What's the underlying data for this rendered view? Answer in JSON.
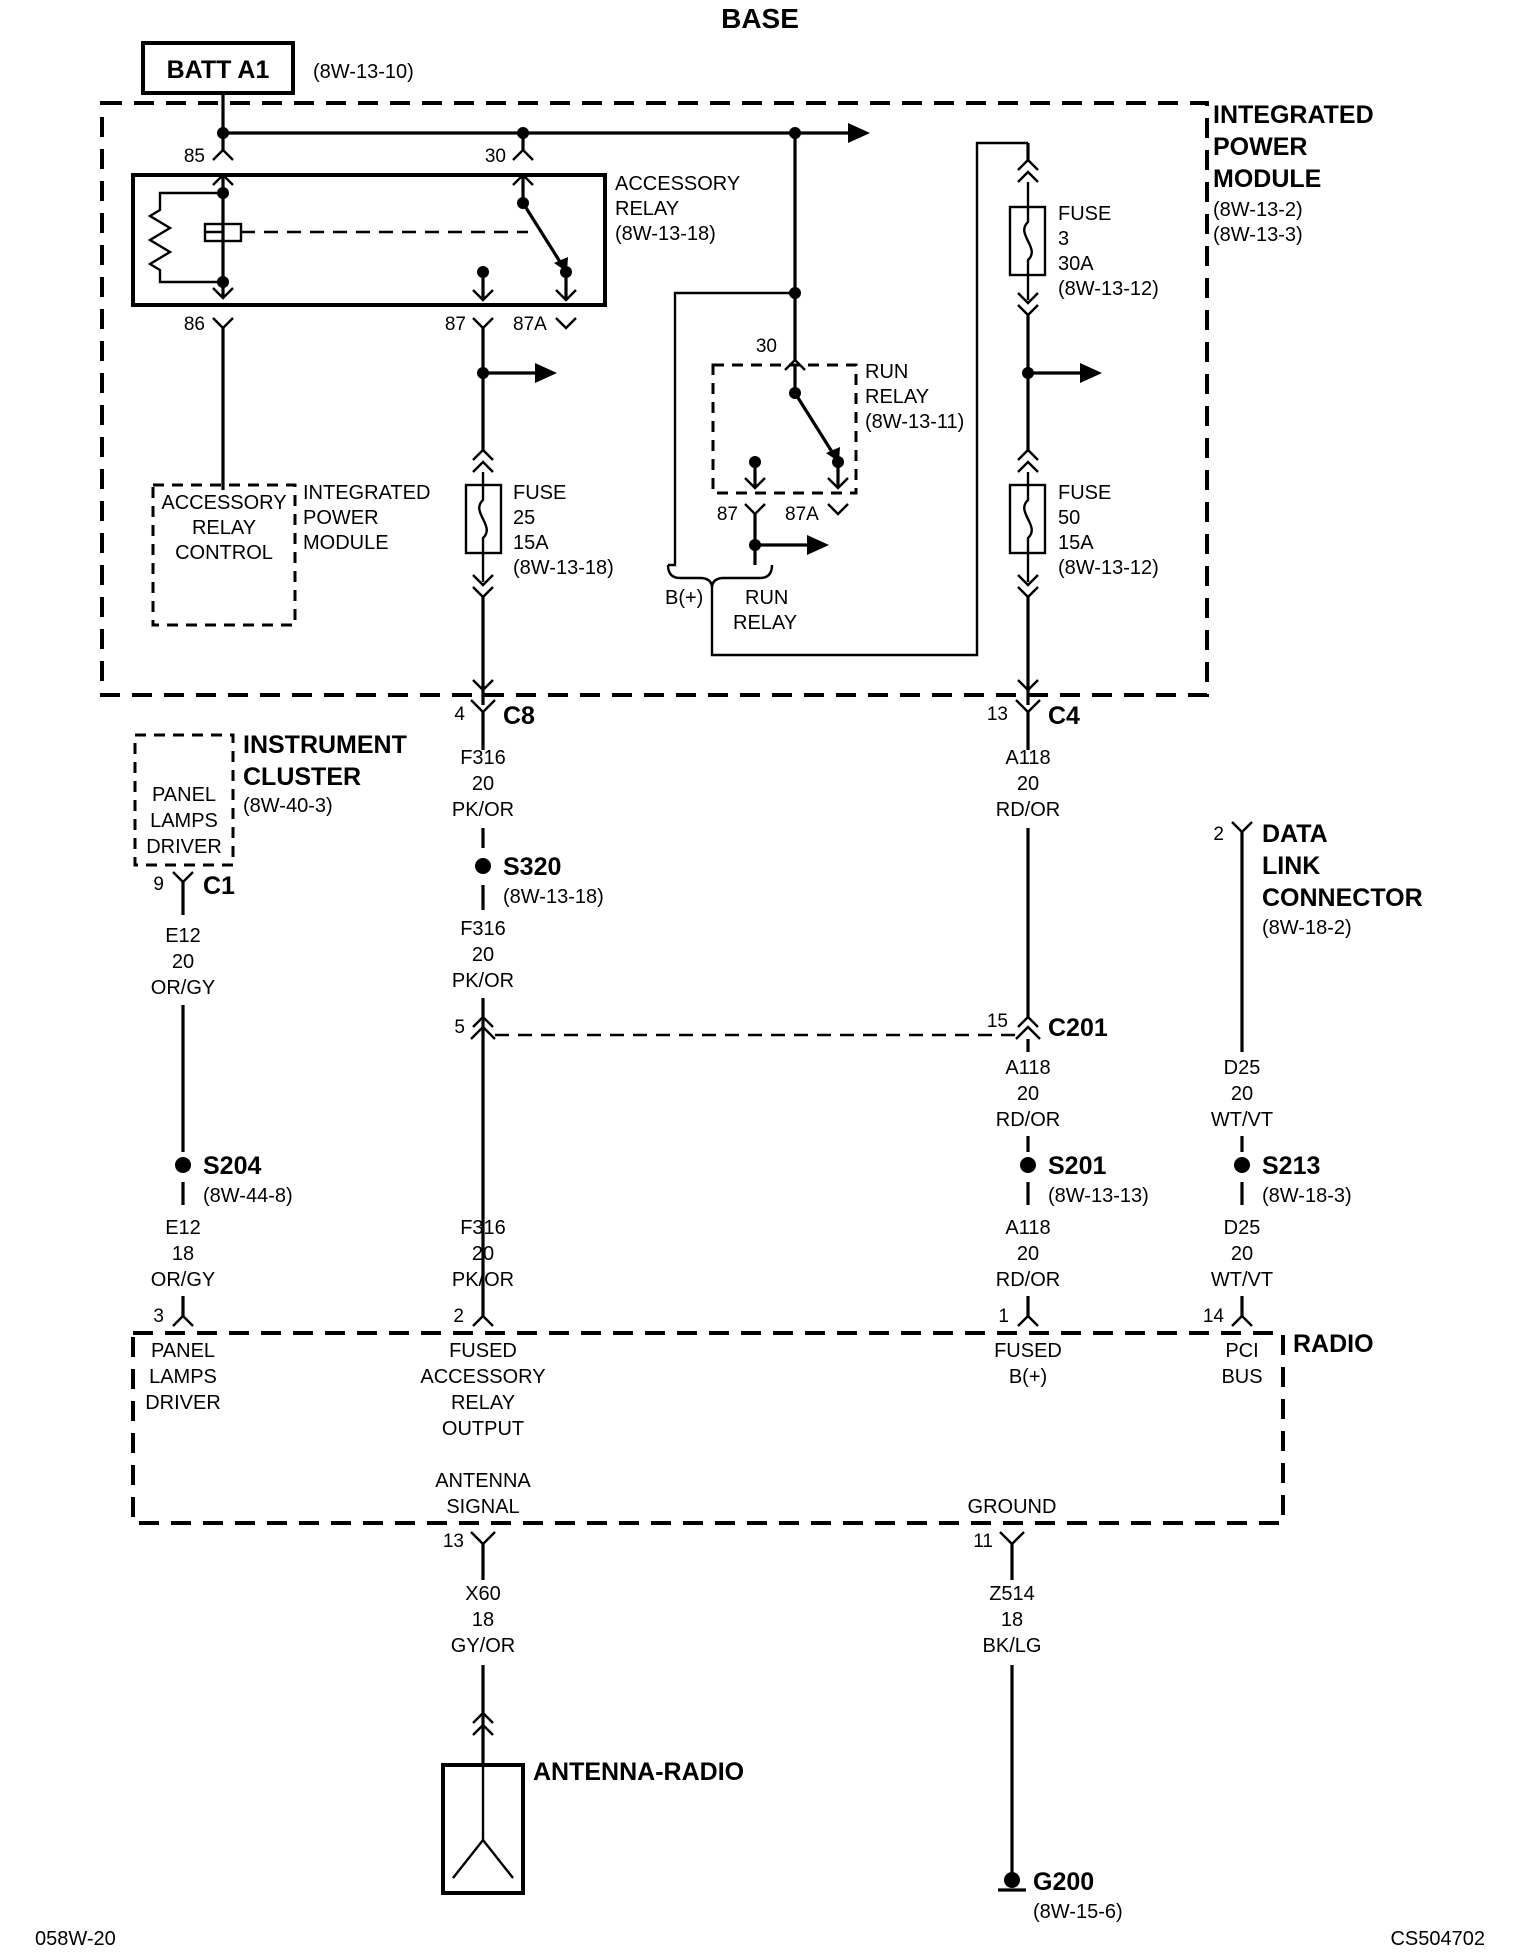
{
  "title": "BASE",
  "footer": {
    "left": "058W-20",
    "right": "CS504702"
  },
  "batt": {
    "label": "BATT A1",
    "ref": "(8W-13-10)"
  },
  "ipm": {
    "l1": "INTEGRATED",
    "l2": "POWER",
    "l3": "MODULE",
    "ref1": "(8W-13-2)",
    "ref2": "(8W-13-3)"
  },
  "acc_relay": {
    "l1": "ACCESSORY",
    "l2": "RELAY",
    "ref": "(8W-13-18)",
    "p85": "85",
    "p30": "30",
    "p86": "86",
    "p87": "87",
    "p87a": "87A"
  },
  "acc_ctrl": {
    "l1": "ACCESSORY",
    "l2": "RELAY",
    "l3": "CONTROL",
    "m1": "INTEGRATED",
    "m2": "POWER",
    "m3": "MODULE"
  },
  "run_relay": {
    "l1": "RUN",
    "l2": "RELAY",
    "ref": "(8W-13-11)",
    "p30": "30",
    "p87": "87",
    "p87a": "87A",
    "b_plus": "B(+)",
    "r1": "RUN",
    "r2": "RELAY"
  },
  "fuse3": {
    "l1": "FUSE",
    "l2": "3",
    "l3": "30A",
    "ref": "(8W-13-12)"
  },
  "fuse25": {
    "l1": "FUSE",
    "l2": "25",
    "l3": "15A",
    "ref": "(8W-13-18)"
  },
  "fuse50": {
    "l1": "FUSE",
    "l2": "50",
    "l3": "15A",
    "ref": "(8W-13-12)"
  },
  "c8": {
    "pin": "4",
    "name": "C8"
  },
  "c4": {
    "pin": "13",
    "name": "C4"
  },
  "w_f316_a": {
    "l1": "F316",
    "l2": "20",
    "l3": "PK/OR"
  },
  "w_f316_b": {
    "l1": "F316",
    "l2": "20",
    "l3": "PK/OR"
  },
  "w_f316_c": {
    "l1": "F316",
    "l2": "20",
    "l3": "PK/OR"
  },
  "w_a118_a": {
    "l1": "A118",
    "l2": "20",
    "l3": "RD/OR"
  },
  "w_a118_b": {
    "l1": "A118",
    "l2": "20",
    "l3": "RD/OR"
  },
  "w_a118_c": {
    "l1": "A118",
    "l2": "20",
    "l3": "RD/OR"
  },
  "w_e12_a": {
    "l1": "E12",
    "l2": "20",
    "l3": "OR/GY"
  },
  "w_e12_b": {
    "l1": "E12",
    "l2": "18",
    "l3": "OR/GY"
  },
  "w_d25_a": {
    "l1": "D25",
    "l2": "20",
    "l3": "WT/VT"
  },
  "w_d25_b": {
    "l1": "D25",
    "l2": "20",
    "l3": "WT/VT"
  },
  "w_x60": {
    "l1": "X60",
    "l2": "18",
    "l3": "GY/OR"
  },
  "w_z514": {
    "l1": "Z514",
    "l2": "18",
    "l3": "BK/LG"
  },
  "s320": {
    "name": "S320",
    "ref": "(8W-13-18)"
  },
  "s204": {
    "name": "S204",
    "ref": "(8W-44-8)"
  },
  "s201": {
    "name": "S201",
    "ref": "(8W-13-13)"
  },
  "s213": {
    "name": "S213",
    "ref": "(8W-18-3)"
  },
  "cluster": {
    "l1": "INSTRUMENT",
    "l2": "CLUSTER",
    "ref": "(8W-40-3)",
    "i1": "PANEL",
    "i2": "LAMPS",
    "i3": "DRIVER",
    "pin": "9",
    "conn": "C1"
  },
  "dlc": {
    "pin": "2",
    "l1": "DATA",
    "l2": "LINK",
    "l3": "CONNECTOR",
    "ref": "(8W-18-2)"
  },
  "c201": {
    "pin_left": "5",
    "pin_right": "15",
    "name": "C201"
  },
  "radio": {
    "name": "RADIO",
    "pin_panel": "3",
    "pin_fused_acc": "2",
    "pin_fused_b": "1",
    "pin_pci": "14",
    "pin_antenna": "13",
    "pin_ground": "11",
    "panel1": "PANEL",
    "panel2": "LAMPS",
    "panel3": "DRIVER",
    "fa1": "FUSED",
    "fa2": "ACCESSORY",
    "fa3": "RELAY",
    "fa4": "OUTPUT",
    "fb1": "FUSED",
    "fb2": "B(+)",
    "pci1": "PCI",
    "pci2": "BUS",
    "ant1": "ANTENNA",
    "ant2": "SIGNAL",
    "gnd": "GROUND"
  },
  "antenna": {
    "label": "ANTENNA-RADIO"
  },
  "g200": {
    "name": "G200",
    "ref": "(8W-15-6)"
  }
}
